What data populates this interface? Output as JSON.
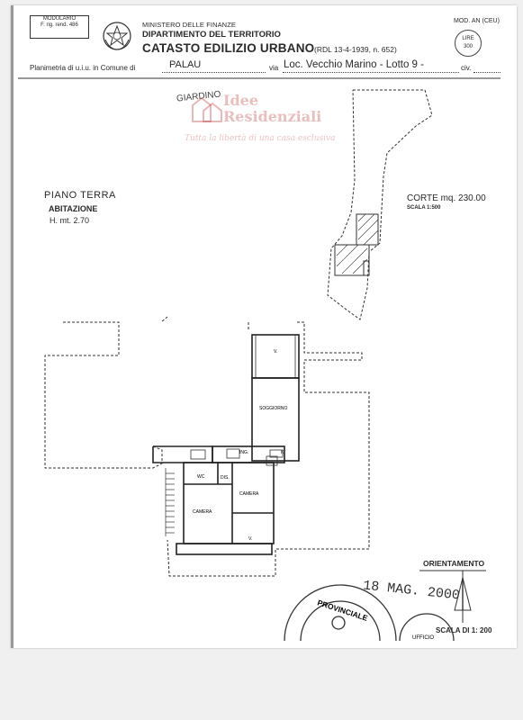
{
  "header": {
    "form_box": {
      "line1": "MODULARIO",
      "line2": "F. rig. rend. 486"
    },
    "ministry": "MINISTERO DELLE FINANZE",
    "department": "DIPARTIMENTO DEL TERRITORIO",
    "catasto": "CATASTO EDILIZIO URBANO",
    "catasto_ref": "(RDL 13-4-1939, n. 652)",
    "model": "MOD. AN (CEU)",
    "stamp": {
      "line1": "LIRE",
      "line2": "300"
    }
  },
  "plan_line": {
    "label_prefix": "Planimetria di u.i.u. in Comune di",
    "comune": "PALAU",
    "via_label": "via",
    "via_value": "Loc. Vecchio Marino - Lotto 9 -",
    "civ_label": "civ."
  },
  "handwritten_top": "GIARDINO",
  "watermark": {
    "title_line1": "Idee",
    "title_line2": "Residenziali",
    "tagline": "Tutta la libertà di una casa esclusiva"
  },
  "floor": {
    "title": "PIANO TERRA",
    "use": "ABITAZIONE",
    "height": "H. mt. 2.70"
  },
  "courtyard": {
    "label": "CORTE mq. 230.00",
    "scale": "SCALA 1:500"
  },
  "rooms": {
    "soggiorno": "SOGGIORNO",
    "camera_right": "CAMERA",
    "camera_left": "CAMERA",
    "wc": "WC",
    "dis": "DIS.",
    "ing": "ING.",
    "k": "K",
    "v_top": "V.",
    "v_bottom": "V."
  },
  "orientation": "ORIENTAMENTO",
  "date_stamp": "18 MAG. 2000",
  "scale_main": "SCALA DI 1: 200",
  "round_stamp": {
    "top": "PROVINCIALE",
    "bottom": "UFFICIO"
  }
}
